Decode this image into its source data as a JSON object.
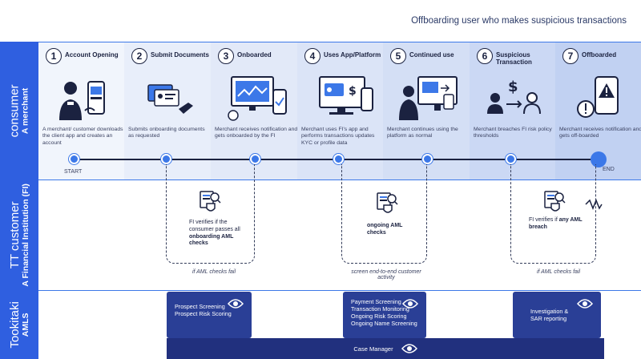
{
  "title": "Offboarding user who makes suspicious transactions",
  "lanes": {
    "consumer": {
      "line1": "consumer",
      "line2": "A merchant"
    },
    "fi": {
      "line1": "TT customer",
      "line2": "A Financial Institution (FI)"
    },
    "aml": {
      "line1": "Tookitaki",
      "line2": "AMLS"
    }
  },
  "steps": [
    {
      "num": "1",
      "title": "Account Opening",
      "desc": "A merchant/ customer downloads the client app and creates an account"
    },
    {
      "num": "2",
      "title": "Submit Documents",
      "desc": "Submits onboarding documents as requested"
    },
    {
      "num": "3",
      "title": "Onboarded",
      "desc": "Merchant receives notification and gets onboarded by the FI"
    },
    {
      "num": "4",
      "title": "Uses App/Platform",
      "desc": "Merchant uses FI's app and performs transactions updates KYC or profile data"
    },
    {
      "num": "5",
      "title": "Continued use",
      "desc": "Merchant continues using the platform as normal"
    },
    {
      "num": "6",
      "title": "Suspicious Transaction",
      "desc": "Merchant breaches FI risk policy thresholds"
    },
    {
      "num": "7",
      "title": "Offboarded",
      "desc": "Merchant receives notification and gets off-boarded"
    }
  ],
  "timeline": {
    "start": "START",
    "end": "END"
  },
  "fi": {
    "verify1_pre": "FI verifies if the consumer passes all",
    "verify1_bold": "onboarding AML checks",
    "ongoing": "ongoing AML checks",
    "verify2_pre": "FI verifies if",
    "verify2_bold": "any AML breach",
    "note1": "if AML checks fail",
    "note2": "screen end-to-end customer activity",
    "note3": "if AML checks fail"
  },
  "aml": {
    "box1": [
      "Prospect Screening",
      "Prospect Risk Scoring"
    ],
    "box2": [
      "Payment Screening",
      "Transaction Monitoring",
      "Ongoing Risk Scoring",
      "Ongoing Name Screening"
    ],
    "box3": [
      "Investigation &",
      "SAR reporting"
    ],
    "case_manager": "Case Manager"
  },
  "colors": {
    "lane": "#2f5fe0",
    "aml_box": "#2a3f96",
    "accent": "#3c78e8"
  }
}
